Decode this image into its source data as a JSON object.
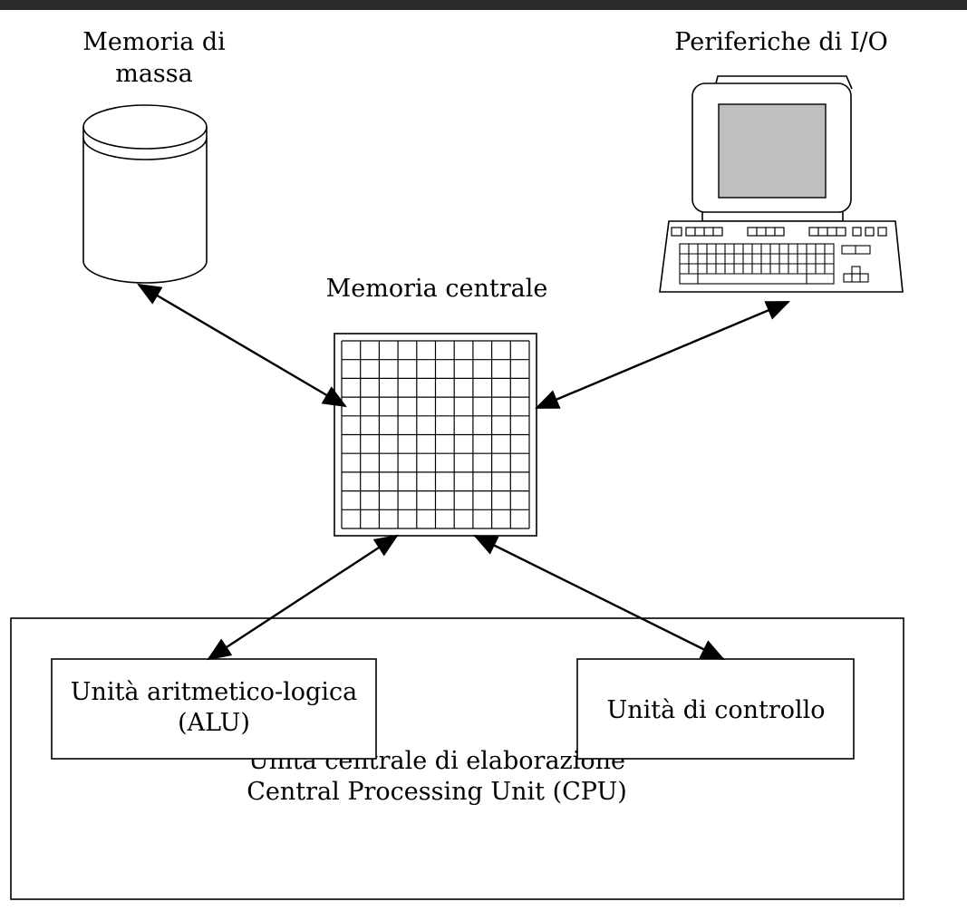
{
  "top_bar_color": "#2b2b2b",
  "nodes": {
    "mass_storage": {
      "line1": "Memoria di",
      "line2": "massa",
      "icon": "disk-cylinder-icon"
    },
    "io_peripherals": {
      "label": "Periferiche di I/O",
      "icon": "computer-terminal-icon"
    },
    "main_memory": {
      "label": "Memoria centrale",
      "icon": "memory-grid-icon"
    },
    "alu": {
      "line1": "Unità aritmetico-logica",
      "line2": "(ALU)"
    },
    "control_unit": {
      "label": "Unità di controllo"
    },
    "cpu": {
      "line1": "Unità centrale di elaborazione",
      "line2": "Central Processing Unit (CPU)"
    }
  },
  "edges": [
    {
      "from": "mass_storage",
      "to": "main_memory",
      "direction": "bidirectional"
    },
    {
      "from": "io_peripherals",
      "to": "main_memory",
      "direction": "bidirectional"
    },
    {
      "from": "main_memory",
      "to": "alu",
      "direction": "bidirectional"
    },
    {
      "from": "main_memory",
      "to": "control_unit",
      "direction": "bidirectional"
    }
  ]
}
